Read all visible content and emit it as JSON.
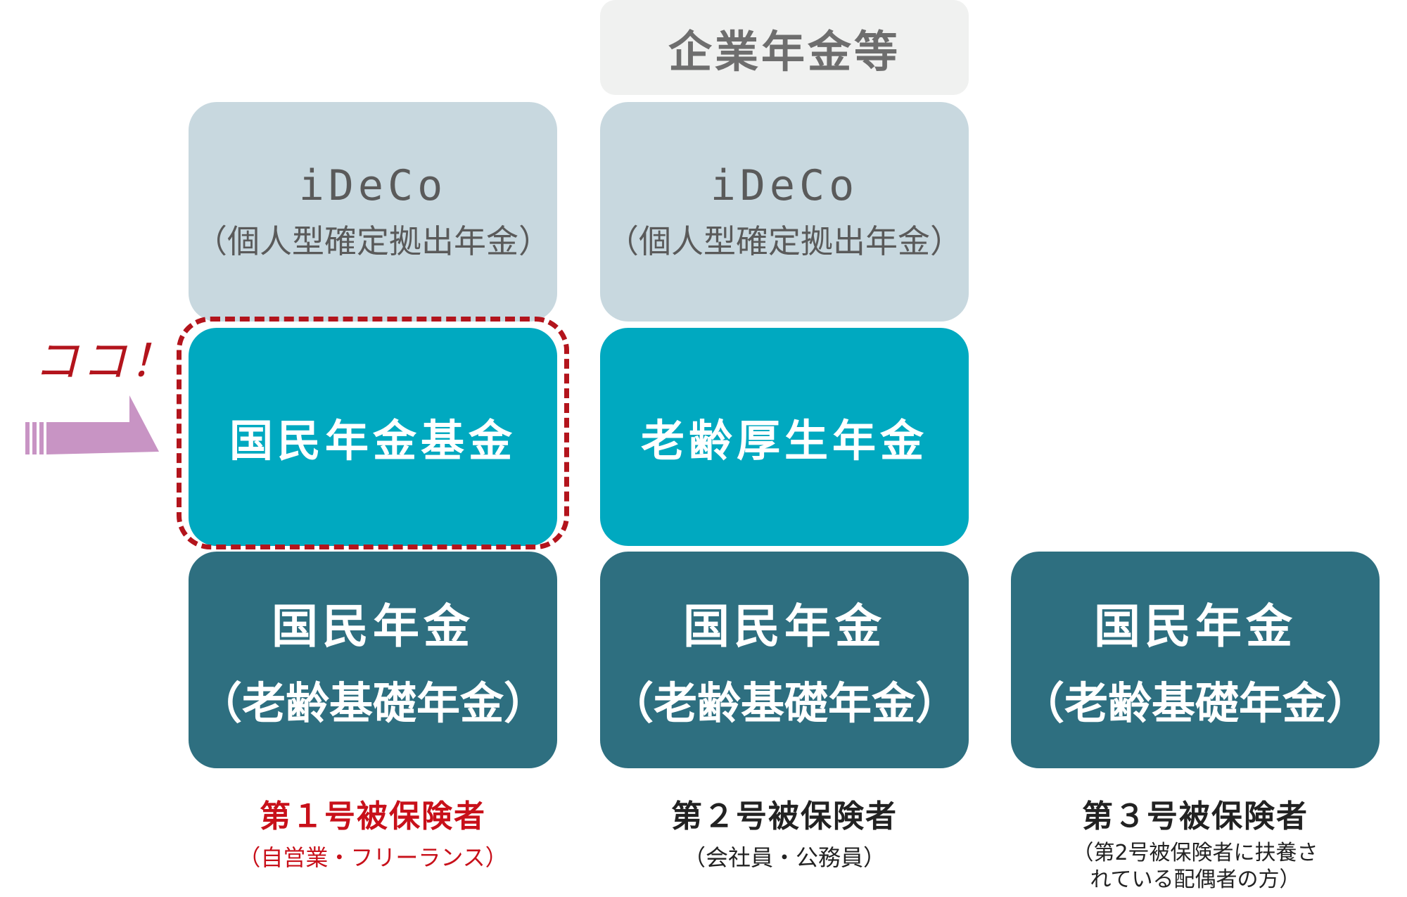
{
  "corporate_pension": "企業年金等",
  "columns": [
    {
      "ideco": {
        "title": "iDeCo",
        "subtitle": "（個人型確定拠出年金）"
      },
      "middle": "国民年金基金",
      "base": {
        "line1": "国民年金",
        "line2": "（老齢基礎年金）"
      },
      "caption": {
        "title": "第１号被保険者",
        "subtitle": "（自営業・フリーランス）"
      }
    },
    {
      "ideco": {
        "title": "iDeCo",
        "subtitle": "（個人型確定拠出年金）"
      },
      "middle": "老齢厚生年金",
      "base": {
        "line1": "国民年金",
        "line2": "（老齢基礎年金）"
      },
      "caption": {
        "title": "第２号被保険者",
        "subtitle": "（会社員・公務員）"
      }
    },
    {
      "base": {
        "line1": "国民年金",
        "line2": "（老齢基礎年金）"
      },
      "caption": {
        "title": "第３号被保険者",
        "subtitle_line1": "（第2号被保険者に扶養さ",
        "subtitle_line2": "れている配偶者の方）"
      }
    }
  ],
  "callout": {
    "text": "ココ！",
    "color": "#b3141c"
  },
  "colors": {
    "ideco_bg": "#c8d8df",
    "middle_bg": "#00a9c0",
    "base_bg": "#2e6f80",
    "corp_bg": "#f0f1f0",
    "arrow": "#c894c4",
    "caption_highlight": "#c8101a"
  }
}
